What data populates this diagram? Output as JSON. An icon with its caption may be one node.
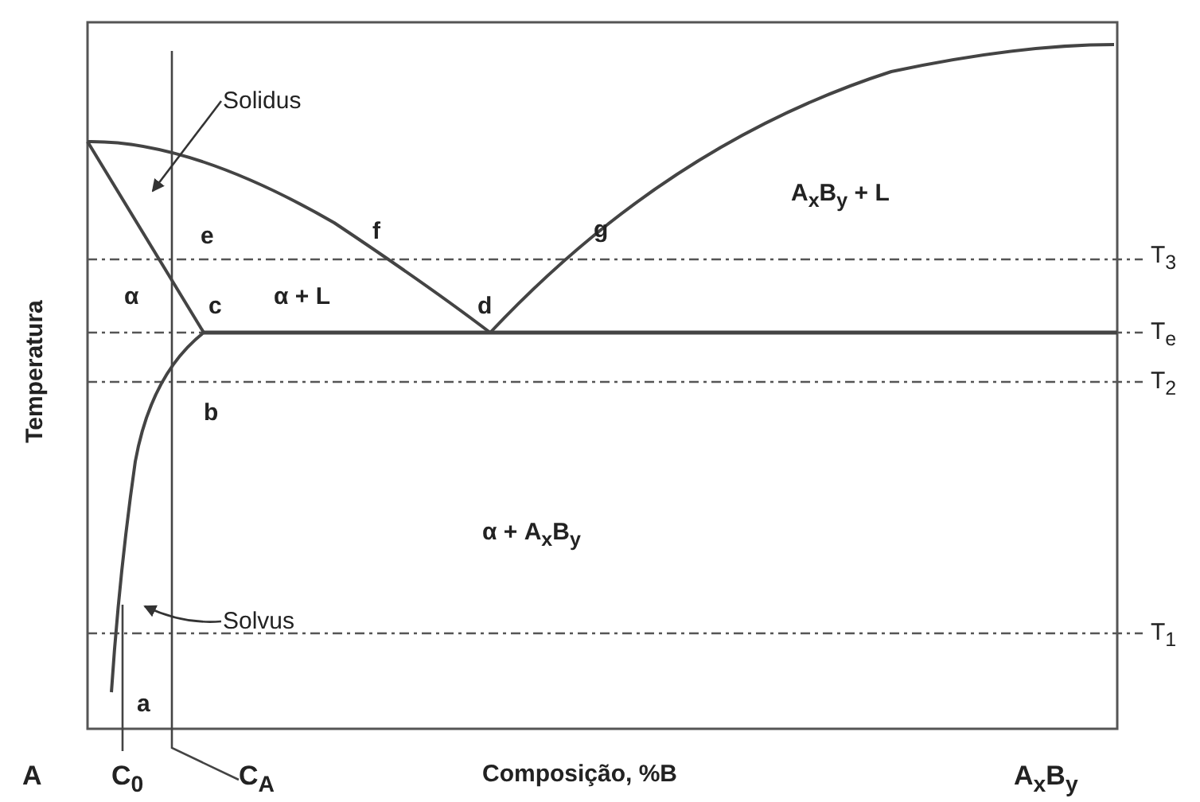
{
  "diagram": {
    "nodes": [
      {
        "text": [
          "Solidus"
        ]
      },
      {
        "text": [
          "Solvus"
        ]
      },
      {
        "text": [],
        "shape": "curve"
      },
      {
        "text": [],
        "shape": "curve"
      }
    ],
    "edges": [
      {
        "from": 0,
        "to": 2,
        "arrow": "to"
      },
      {
        "from": 1,
        "to": 3,
        "arrow": "to"
      }
    ],
    "labels": [
      "e",
      "f",
      "g",
      "A$_{x}$B$_{y}$ + L",
      "T$_{3}$",
      "α",
      "c",
      "α + L",
      "d",
      "T$_{e}$",
      "T$_{2}$",
      "b",
      "α + A$_{x}$B$_{y}$",
      "T$_{1}$",
      "a",
      "Temperatura",
      "A",
      "C$_{0}$",
      "C$_{A}$",
      "Composição, %B",
      "A$_{x}$B$_{y}$"
    ]
  }
}
